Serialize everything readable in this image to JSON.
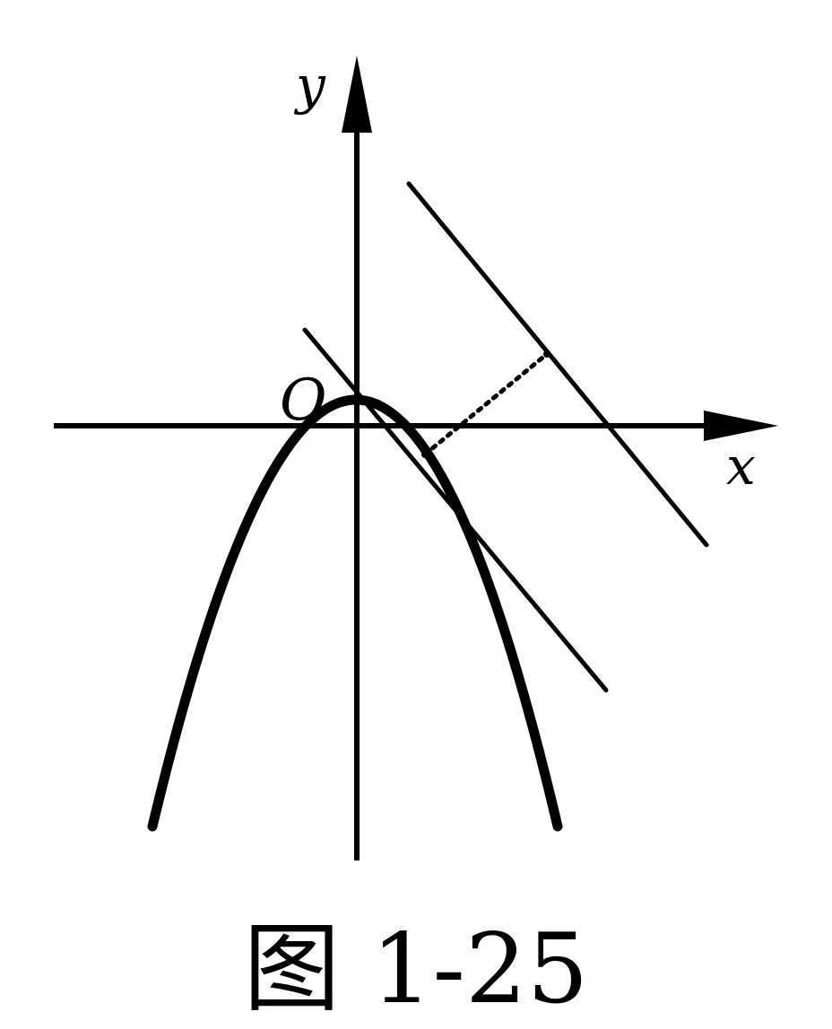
{
  "figure": {
    "labels": {
      "y_axis": "y",
      "x_axis": "x",
      "origin": "O"
    },
    "caption": "图 1-25",
    "elements": [
      "x-axis",
      "y-axis",
      "parabola",
      "tangent-line",
      "secant-line",
      "dotted-perpendicular"
    ]
  }
}
